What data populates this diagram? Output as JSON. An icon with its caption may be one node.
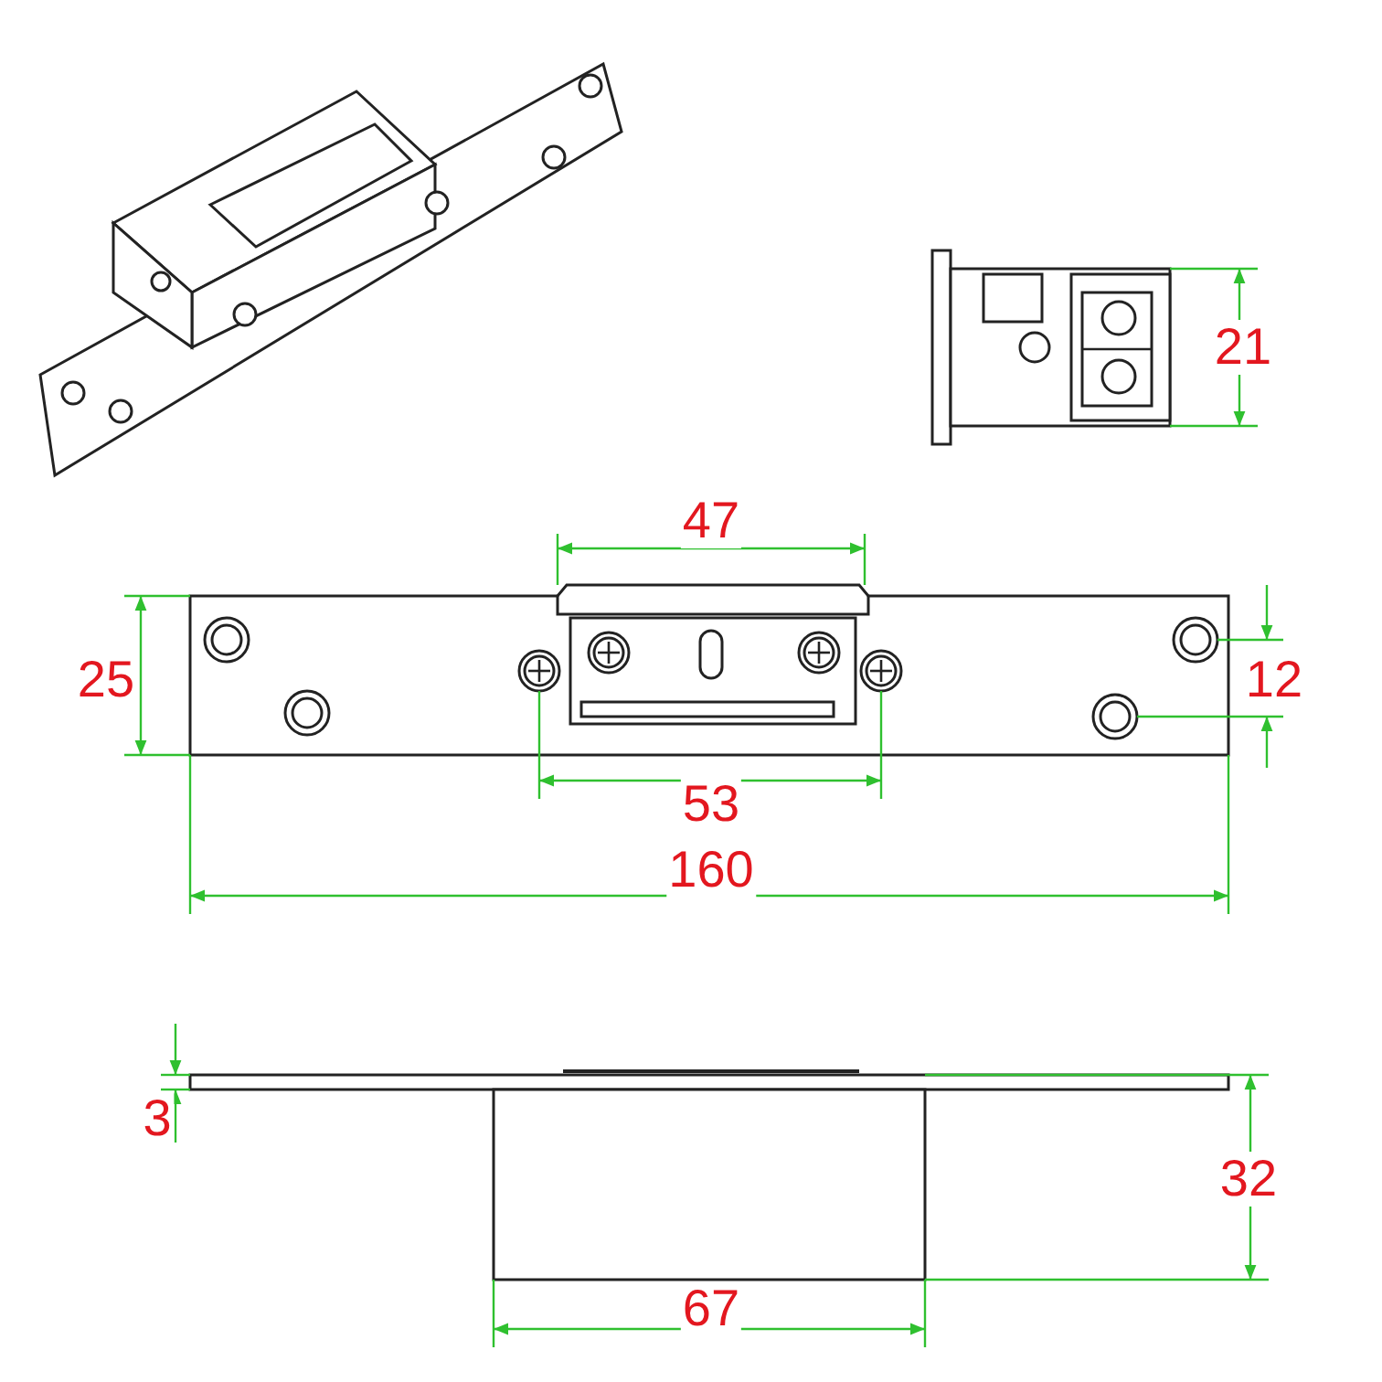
{
  "diagram": {
    "labels": [
      "21",
      "47",
      "25",
      "12",
      "53",
      "160",
      "3",
      "32",
      "67"
    ]
  }
}
